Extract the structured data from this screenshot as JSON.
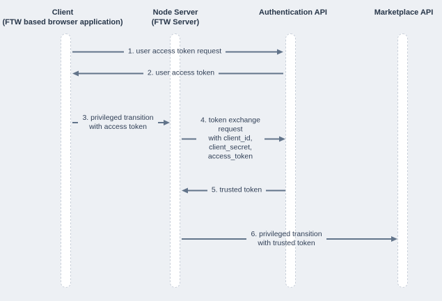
{
  "diagram_type": "sequence-diagram",
  "actors": [
    {
      "name": "Client",
      "subtitle": "(FTW based browser application)"
    },
    {
      "name": "Node Server",
      "subtitle": "(FTW Server)"
    },
    {
      "name": "Authentication API",
      "subtitle": ""
    },
    {
      "name": "Marketplace API",
      "subtitle": ""
    }
  ],
  "messages": [
    {
      "label": "1. user access token request",
      "from": "Client",
      "to": "Authentication API",
      "direction": "right"
    },
    {
      "label": "2. user access token",
      "from": "Authentication API",
      "to": "Client",
      "direction": "left"
    },
    {
      "label": "3. privileged transition\nwith access token",
      "from": "Client",
      "to": "Node Server",
      "direction": "right"
    },
    {
      "label": "4. token exchange\nrequest\nwith client_id,\nclient_secret,\naccess_token",
      "from": "Node Server",
      "to": "Authentication API",
      "direction": "right"
    },
    {
      "label": "5. trusted token",
      "from": "Authentication API",
      "to": "Node Server",
      "direction": "left"
    },
    {
      "label": "6. privileged transition\nwith trusted token",
      "from": "Node Server",
      "to": "Marketplace API",
      "direction": "right"
    }
  ],
  "colors": {
    "background": "#edf0f4",
    "arrow": "#62748a",
    "message_text": "#2f3e55",
    "header_text": "#273649",
    "lifeline_fill": "#ffffff",
    "lifeline_border": "#c9d0da"
  }
}
